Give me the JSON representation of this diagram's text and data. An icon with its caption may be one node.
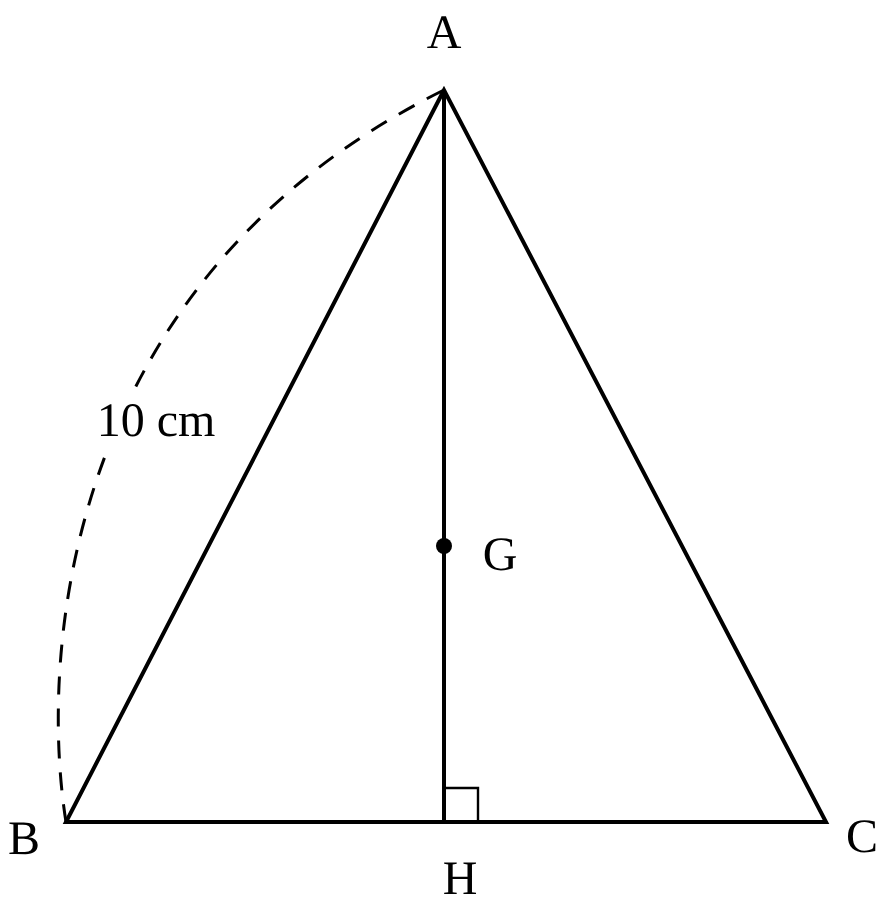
{
  "diagram": {
    "labels": [
      "A",
      "10 cm",
      "G",
      "B",
      "H",
      "C"
    ]
  }
}
